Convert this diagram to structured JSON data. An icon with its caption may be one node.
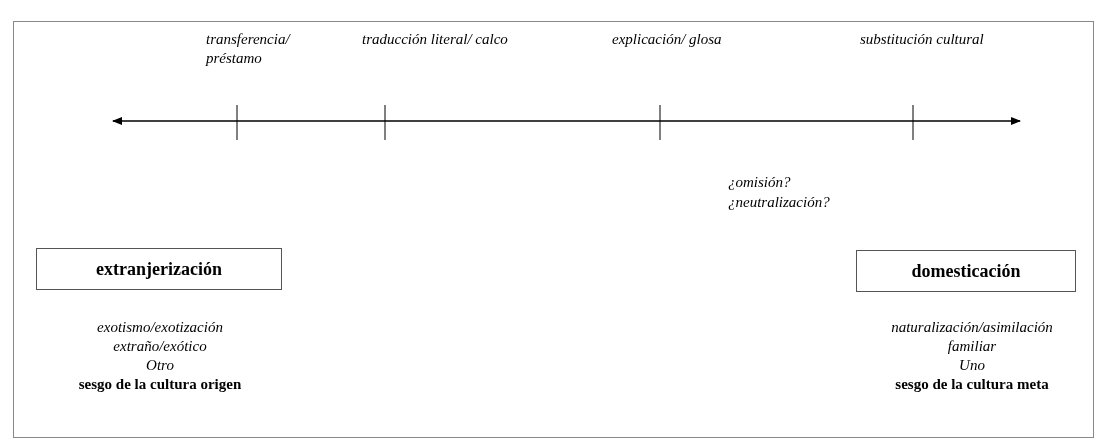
{
  "diagram": {
    "nodes": [
      {
        "text": [
          "extranjerización"
        ],
        "beside": [
          "exotismo/exotización",
          "extraño/exótico",
          "Otro",
          "sesgo de la cultura origen"
        ]
      },
      {
        "text": [
          "domesticación"
        ],
        "beside": [
          "naturalización/asimilación",
          "familiar",
          "Uno",
          "sesgo de la cultura meta"
        ]
      }
    ],
    "edges": [],
    "labels": [
      "transferencia/ préstamo",
      "traducción literal/ calco",
      "explicación/ glosa",
      "substitución cultural",
      "¿omisión?",
      "¿neutralización?"
    ]
  }
}
